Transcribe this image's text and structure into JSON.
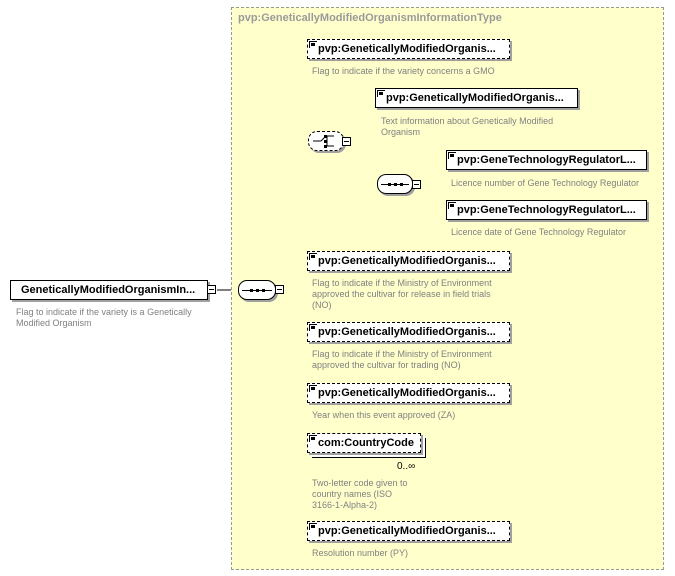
{
  "type_title": "pvp:GeneticallyModifiedOrganismInformationType",
  "root": {
    "label": "GeneticallyModifiedOrganismIn...",
    "description": [
      "Flag to indicate if the variety is a Genetically",
      "Modified Organism"
    ]
  },
  "elements": [
    {
      "label": "pvp:GeneticallyModifiedOrganis...",
      "description": [
        "Flag to indicate if the variety concerns a GMO"
      ]
    },
    {
      "label": "pvp:GeneticallyModifiedOrganis...",
      "description": [
        "Text information about Genetically Modified",
        "Organism"
      ]
    },
    {
      "label": "pvp:GeneTechnologyRegulatorL...",
      "description": [
        "Licence number of Gene Technology Regulator"
      ]
    },
    {
      "label": "pvp:GeneTechnologyRegulatorL...",
      "description": [
        "Licence date of Gene Technology Regulator"
      ]
    },
    {
      "label": "pvp:GeneticallyModifiedOrganis...",
      "description": [
        "Flag to indicate if  the Ministry of Environment",
        "approved the cultivar for release in field trials",
        "(NO)"
      ]
    },
    {
      "label": "pvp:GeneticallyModifiedOrganis...",
      "description": [
        "Flag to indicate if  the Ministry of Environment",
        "approved the cultivar for trading (NO)"
      ]
    },
    {
      "label": "pvp:GeneticallyModifiedOrganis...",
      "description": [
        "Year when this event approved (ZA)"
      ]
    },
    {
      "label": "com:CountryCode",
      "cardinality": "0..∞",
      "description": [
        "Two-letter code given to",
        "country names (ISO",
        "3166-1-Alpha-2)"
      ]
    },
    {
      "label": "pvp:GeneticallyModifiedOrganis...",
      "description": [
        "Resolution number (PY)"
      ]
    }
  ]
}
